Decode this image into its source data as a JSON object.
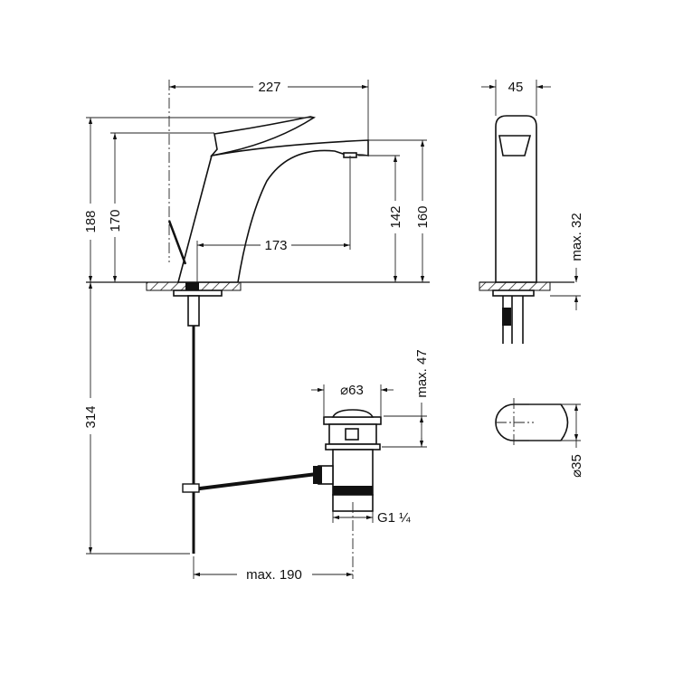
{
  "dimensions": {
    "overall_length": "227",
    "lever_height": "188",
    "spout_top_height": "170",
    "spout_reach": "173",
    "outlet_height": "142",
    "spout_height": "160",
    "body_width": "45",
    "max_deck_thickness": "max. 32",
    "rod_length": "314",
    "drain_diameter": "⌀63",
    "drain_cap_height": "max. 47",
    "drain_thread": "G1 ¼",
    "hole_diameter": "⌀35",
    "rod_offset": "max. 190"
  },
  "colors": {
    "line": "#111111",
    "background": "#ffffff"
  }
}
